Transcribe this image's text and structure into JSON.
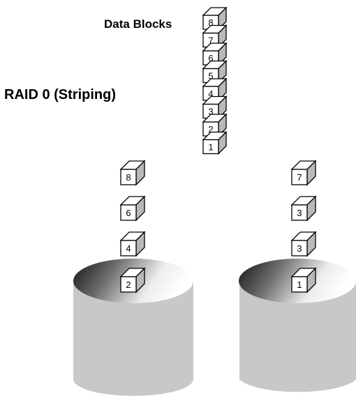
{
  "title": "RAID 0 (Striping)",
  "source_label": "Data Blocks",
  "source_blocks": [
    "8",
    "7",
    "6",
    "5",
    "4",
    "3",
    "2",
    "1"
  ],
  "disks": [
    {
      "blocks": [
        "8",
        "6",
        "4",
        "2"
      ]
    },
    {
      "blocks": [
        "7",
        "3",
        "3",
        "1"
      ]
    }
  ],
  "colors": {
    "block_face": "#ffffff",
    "block_side": "#b9b9b9",
    "block_outline": "#000000",
    "disk_body": "#c8c8c8",
    "disk_top_light": "#ffffff",
    "disk_top_dark": "#1a1a1a"
  }
}
